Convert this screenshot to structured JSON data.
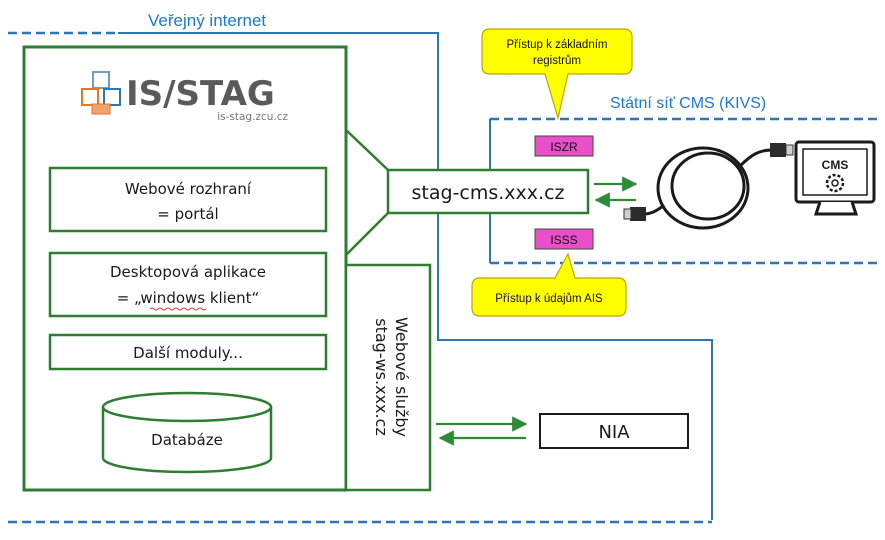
{
  "zones": {
    "public_internet_label": "Veřejný internet",
    "state_network_label": "Státní síť CMS (KIVS)"
  },
  "logo": {
    "title": "IS/STAG",
    "subtitle": "is-stag.zcu.cz"
  },
  "modules": {
    "web_interface_line1": "Webové rozhraní",
    "web_interface_line2": "= portál",
    "desktop_line1": "Desktopová aplikace",
    "desktop_line2": "= „windows klient“",
    "other_modules": "Další moduly...",
    "database": "Databáze"
  },
  "web_services": {
    "line1": "Webové služby",
    "line2": "stag-ws.xxx.cz"
  },
  "gateway": {
    "host": "stag-cms.xxx.cz"
  },
  "registers": {
    "iszr": "ISZR",
    "isss": "ISSS"
  },
  "callouts": {
    "base_registers_line1": "Přístup k základním",
    "base_registers_line2": "registrům",
    "ais_data": "Přístup k údajům AIS"
  },
  "cms_monitor": {
    "label": "CMS"
  },
  "nia": {
    "label": "NIA"
  },
  "colors": {
    "zone_blue": "#2e75b6",
    "label_blue": "#1f77d0",
    "box_green": "#2e7d32",
    "arrow_green": "#2e8b3a",
    "register_pink": "#e84fc9",
    "callout_yellow": "#ffff00",
    "callout_border": "#bfa400"
  }
}
